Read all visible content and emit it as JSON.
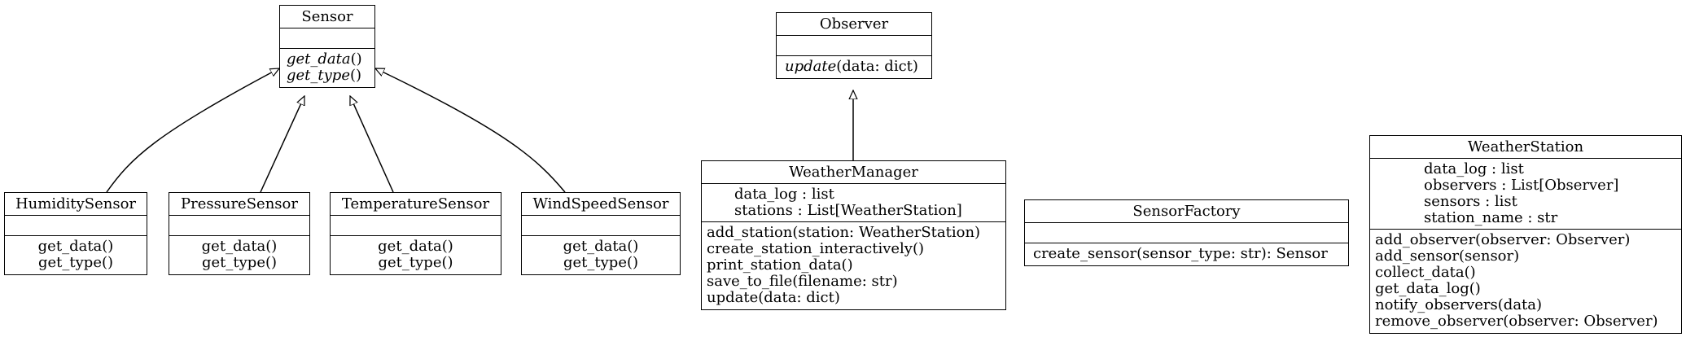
{
  "classes": {
    "sensor": {
      "name": "Sensor",
      "attributes": [],
      "operations": [
        {
          "name": "get_data",
          "rest": "()"
        },
        {
          "name": "get_type",
          "rest": "()"
        }
      ]
    },
    "observer": {
      "name": "Observer",
      "attributes": [],
      "operations": [
        {
          "name": "update",
          "rest": "(data: dict)"
        }
      ]
    },
    "humidity_sensor": {
      "name": "HumiditySensor",
      "attributes": [],
      "operations": [
        "get_data()",
        "get_type()"
      ]
    },
    "pressure_sensor": {
      "name": "PressureSensor",
      "attributes": [],
      "operations": [
        "get_data()",
        "get_type()"
      ]
    },
    "temperature_sensor": {
      "name": "TemperatureSensor",
      "attributes": [],
      "operations": [
        "get_data()",
        "get_type()"
      ]
    },
    "wind_speed_sensor": {
      "name": "WindSpeedSensor",
      "attributes": [],
      "operations": [
        "get_data()",
        "get_type()"
      ]
    },
    "weather_manager": {
      "name": "WeatherManager",
      "attributes": [
        "data_log : list",
        "stations : List[WeatherStation]"
      ],
      "operations": [
        "add_station(station: WeatherStation)",
        "create_station_interactively()",
        "print_station_data()",
        "save_to_file(filename: str)",
        "update(data: dict)"
      ]
    },
    "sensor_factory": {
      "name": "SensorFactory",
      "attributes": [],
      "operations": [
        "create_sensor(sensor_type: str): Sensor"
      ]
    },
    "weather_station": {
      "name": "WeatherStation",
      "attributes": [
        "data_log : list",
        "observers : List[Observer]",
        "sensors : list",
        "station_name : str"
      ],
      "operations": [
        "add_observer(observer: Observer)",
        "add_sensor(sensor)",
        "collect_data()",
        "get_data_log()",
        "notify_observers(data)",
        "remove_observer(observer: Observer)"
      ]
    }
  }
}
